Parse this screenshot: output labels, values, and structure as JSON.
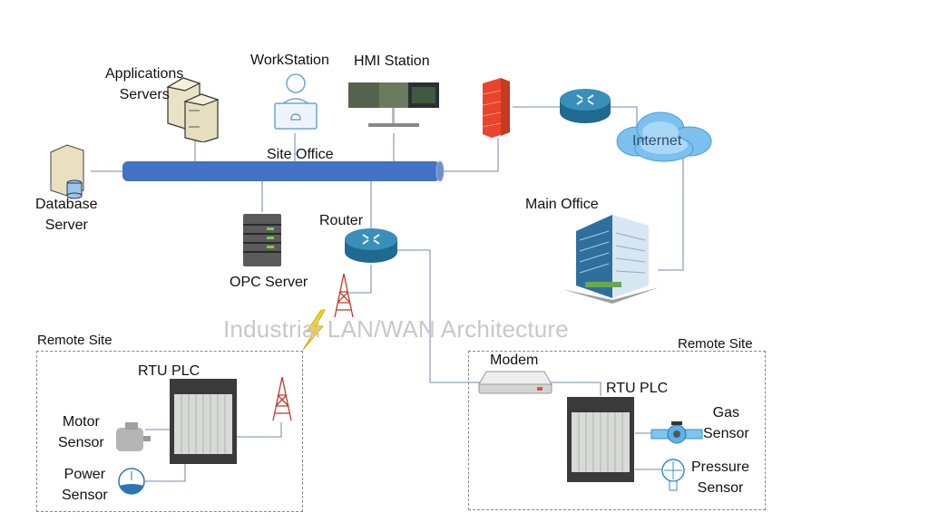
{
  "title": "Industrial LAN/WAN Architecture",
  "nodes": {
    "applications_servers": "Applications\nServers",
    "applications_line1": "Applications",
    "applications_line2": "Servers",
    "workstation": "WorkStation",
    "hmi_station": "HMI Station",
    "site_office": "Site Office",
    "database_line1": "Database",
    "database_line2": "Server",
    "opc_server": "OPC Server",
    "router": "Router",
    "internet": "Internet",
    "main_office": "Main Office"
  },
  "remote_site_left": {
    "label": "Remote Site",
    "rtu": "RTU PLC",
    "motor_line1": "Motor",
    "motor_line2": "Sensor",
    "power_line1": "Power",
    "power_line2": "Sensor"
  },
  "remote_site_right": {
    "label": "Remote Site",
    "modem": "Modem",
    "rtu": "RTU PLC",
    "gas_line1": "Gas",
    "gas_line2": "Sensor",
    "pressure_line1": "Pressure",
    "pressure_line2": "Sensor"
  },
  "colors": {
    "bus": "#4472c4",
    "wire": "#8ea2bd",
    "router": "#2f7fa6",
    "firewall": "#e8452c",
    "cloud": "#6cb6ea",
    "title": "#c8c8c8"
  }
}
